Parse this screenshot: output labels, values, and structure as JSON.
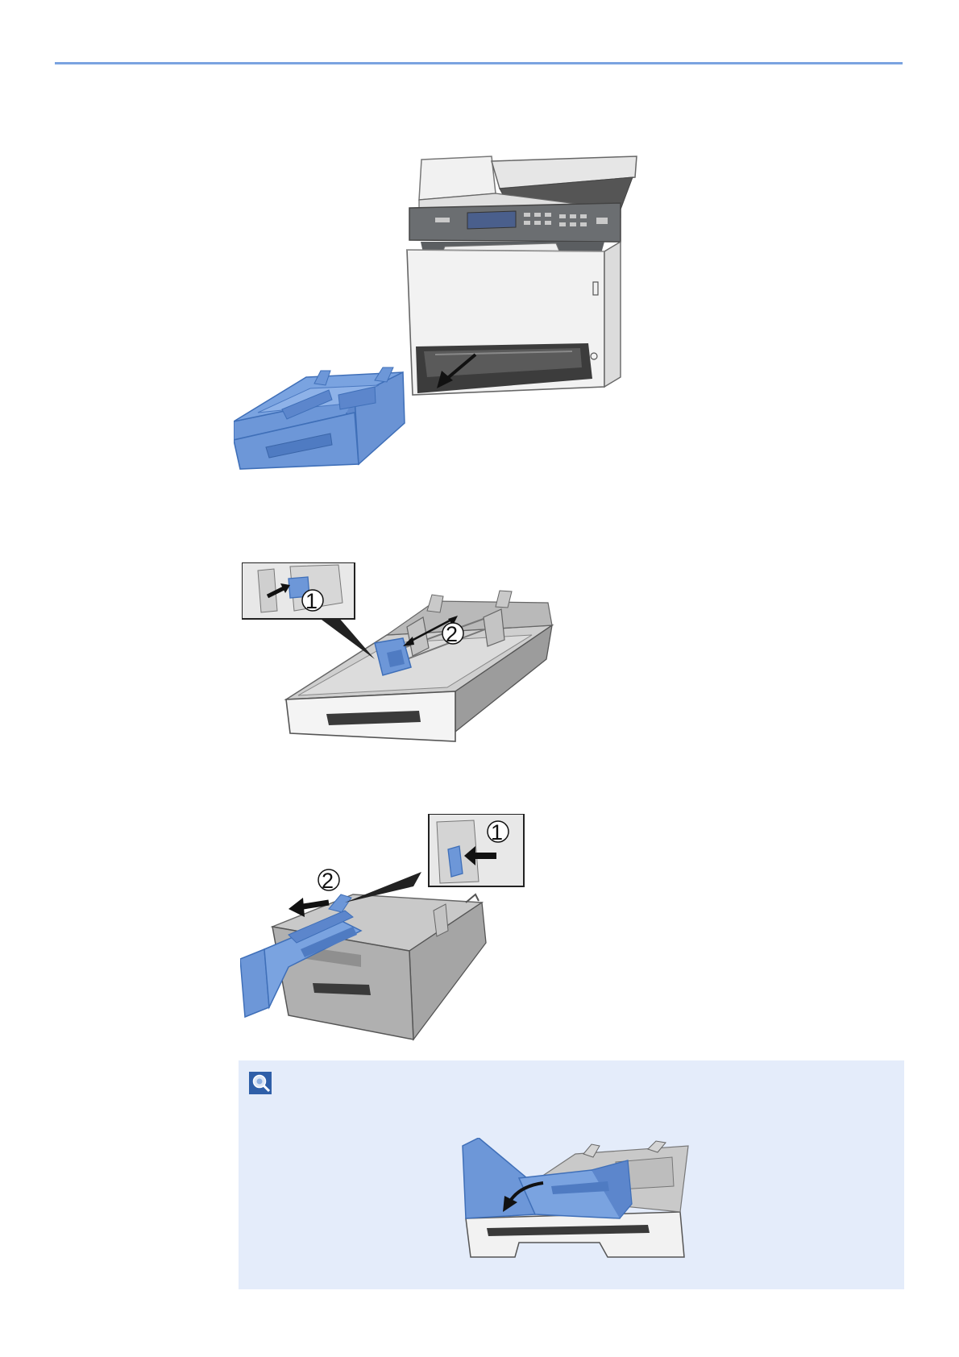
{
  "figures": {
    "printer": {
      "arrow_direction": "pull-out"
    },
    "width_guide": {
      "callout_1": "1",
      "callout_2": "2"
    },
    "length_guide": {
      "callout_1": "1",
      "callout_2": "2"
    },
    "note_fig": {
      "arrow_direction": "fold"
    }
  },
  "note": {
    "icon": "note-icon"
  },
  "colors": {
    "rule": "#7aa3e0",
    "tray_blue": "#6d97d8",
    "tray_blue_dark": "#3f6fb8",
    "note_bg": "#e4ecfa",
    "machine_gray": "#6b6e71",
    "body_white": "#f2f2f2"
  }
}
